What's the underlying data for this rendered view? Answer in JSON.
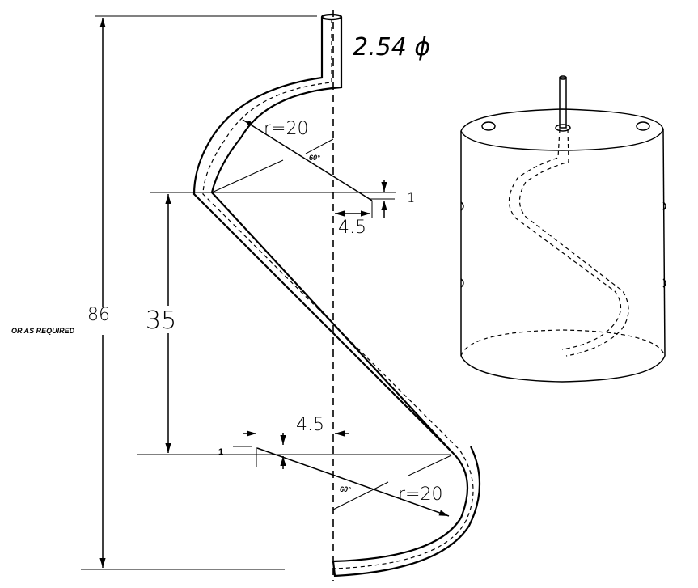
{
  "labels": {
    "diameter": "2.54 ϕ",
    "radius_top": "r=20",
    "angle_top": "60°",
    "offset_top_v": "1",
    "offset_top_h": "4.5",
    "height_total": "86",
    "height_note": "OR AS REQUIRED",
    "height_mid": "35",
    "offset_bottom_h": "4.5",
    "offset_bottom_v": "1",
    "angle_bottom": "60°",
    "radius_bottom": "r=20"
  }
}
